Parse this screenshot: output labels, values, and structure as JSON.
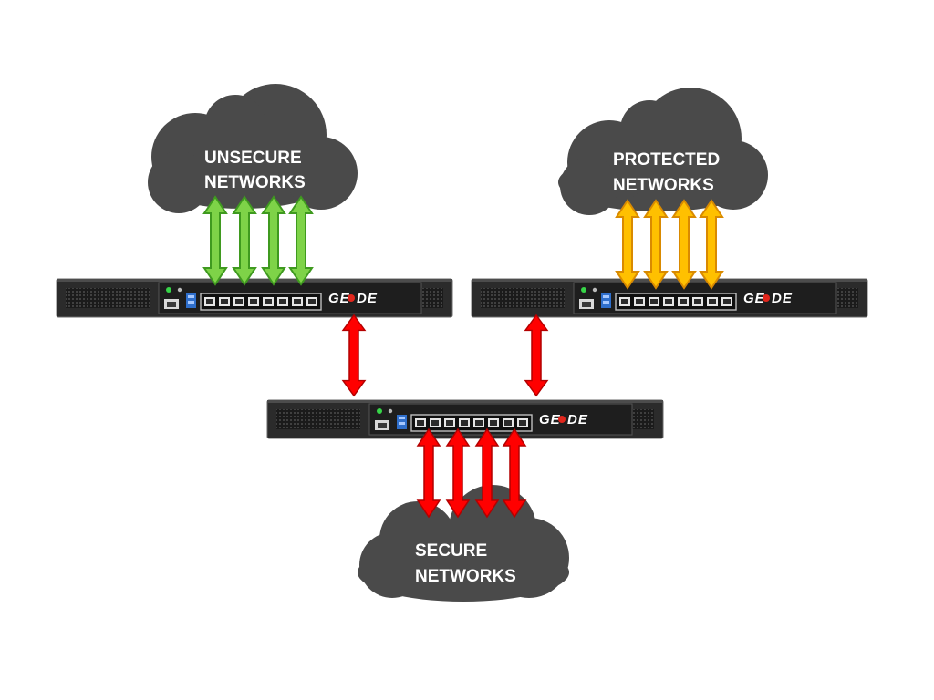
{
  "clouds": {
    "unsecure": {
      "line1": "UNSECURE",
      "line2": "NETWORKS"
    },
    "protected": {
      "line1": "PROTECTED",
      "line2": "NETWORKS"
    },
    "secure": {
      "line1": "SECURE",
      "line2": "NETWORKS"
    }
  },
  "devices": {
    "brand": {
      "prefix": "GE",
      "suffix": "DE"
    }
  },
  "colors": {
    "cloud": "#4a4a4a",
    "unsecure_arrows": "#7ed348",
    "protected_arrows": "#ffc000",
    "secure_arrows": "#ff0000",
    "device_body": "#2b2b2b"
  },
  "icons": [
    "cloud-icon",
    "network-appliance-icon",
    "bidirectional-arrow-icon"
  ]
}
